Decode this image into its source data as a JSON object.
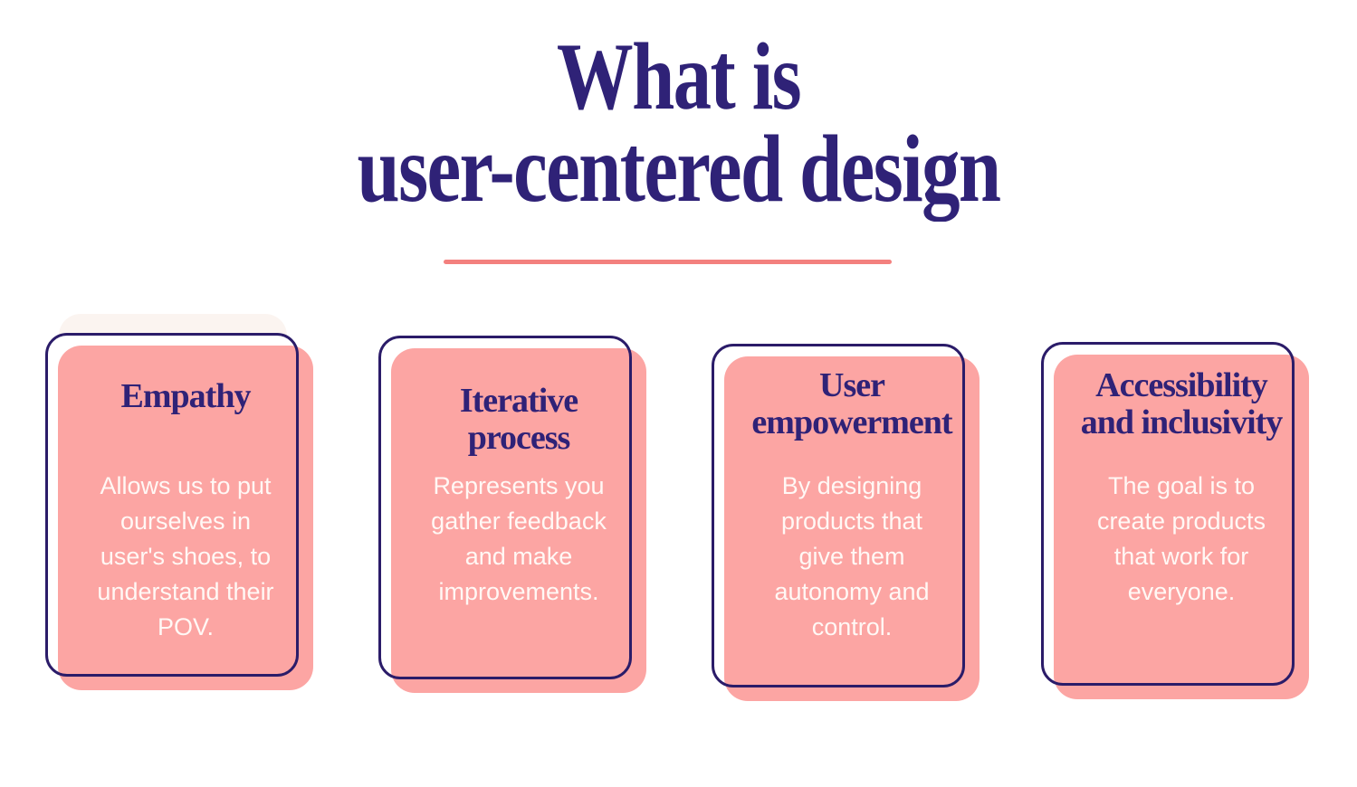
{
  "page": {
    "title": "What is\nuser-centered design"
  },
  "theme": {
    "title_color": "#2F2277",
    "divider_color": "#F3807E",
    "card_fill_color": "#FCA5A3",
    "card_outline_color": "#2B1C69",
    "card_body_text_color": "#FFF8F5",
    "background_color": "#FFFFFF"
  },
  "cards": [
    {
      "title": "Empathy",
      "body": "Allows us to put\nourselves in\nuser's shoes, to\nunderstand their\nPOV."
    },
    {
      "title": "Iterative\nprocess",
      "body": "Represents you\ngather feedback\nand make\nimprovements."
    },
    {
      "title": "User\nempowerment",
      "body": "By designing\nproducts that\ngive them\nautonomy and\ncontrol."
    },
    {
      "title": "Accessibility\nand inclusivity",
      "body": "The goal is to\ncreate products\nthat work for\neveryone."
    }
  ]
}
